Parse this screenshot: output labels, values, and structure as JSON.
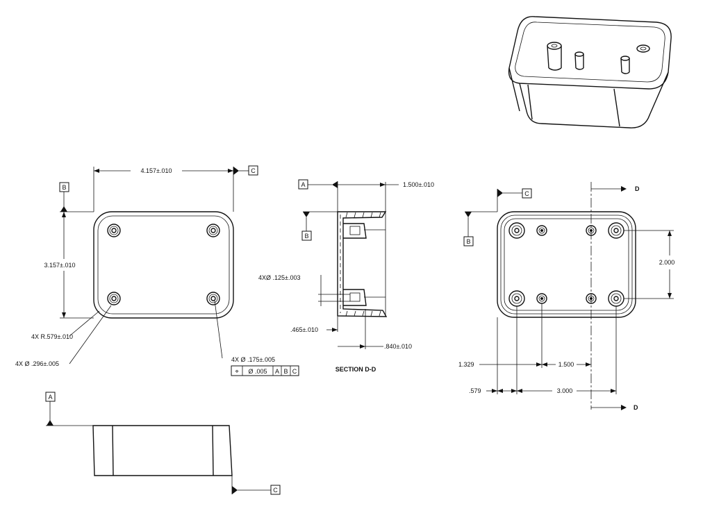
{
  "datums": {
    "a": "A",
    "b": "B",
    "c": "C"
  },
  "section_marker": "D",
  "top_view": {
    "width_dim": "4.157±.010",
    "height_dim": "3.157±.010",
    "corner_radius": "4X R.579±.010",
    "boss_diameter": "4X Ø .296±.005",
    "hole_diameter": "4X Ø .175±.005",
    "fcf": {
      "symbol": "⌖",
      "tolerance": "Ø .005",
      "datums": [
        "A",
        "B",
        "C"
      ]
    }
  },
  "section_view": {
    "title": "SECTION D-D",
    "depth_dim": "1.500±.010",
    "pin_diameter": "4XØ .125±.003",
    "wall_dim": ".465±.010",
    "boss_dim": ".840±.010"
  },
  "right_view": {
    "spacing_dim": "2.000",
    "offset_dim": "1.329",
    "pitch_dim": "1.500",
    "edge_dim": ".579",
    "span_dim": "3.000"
  }
}
